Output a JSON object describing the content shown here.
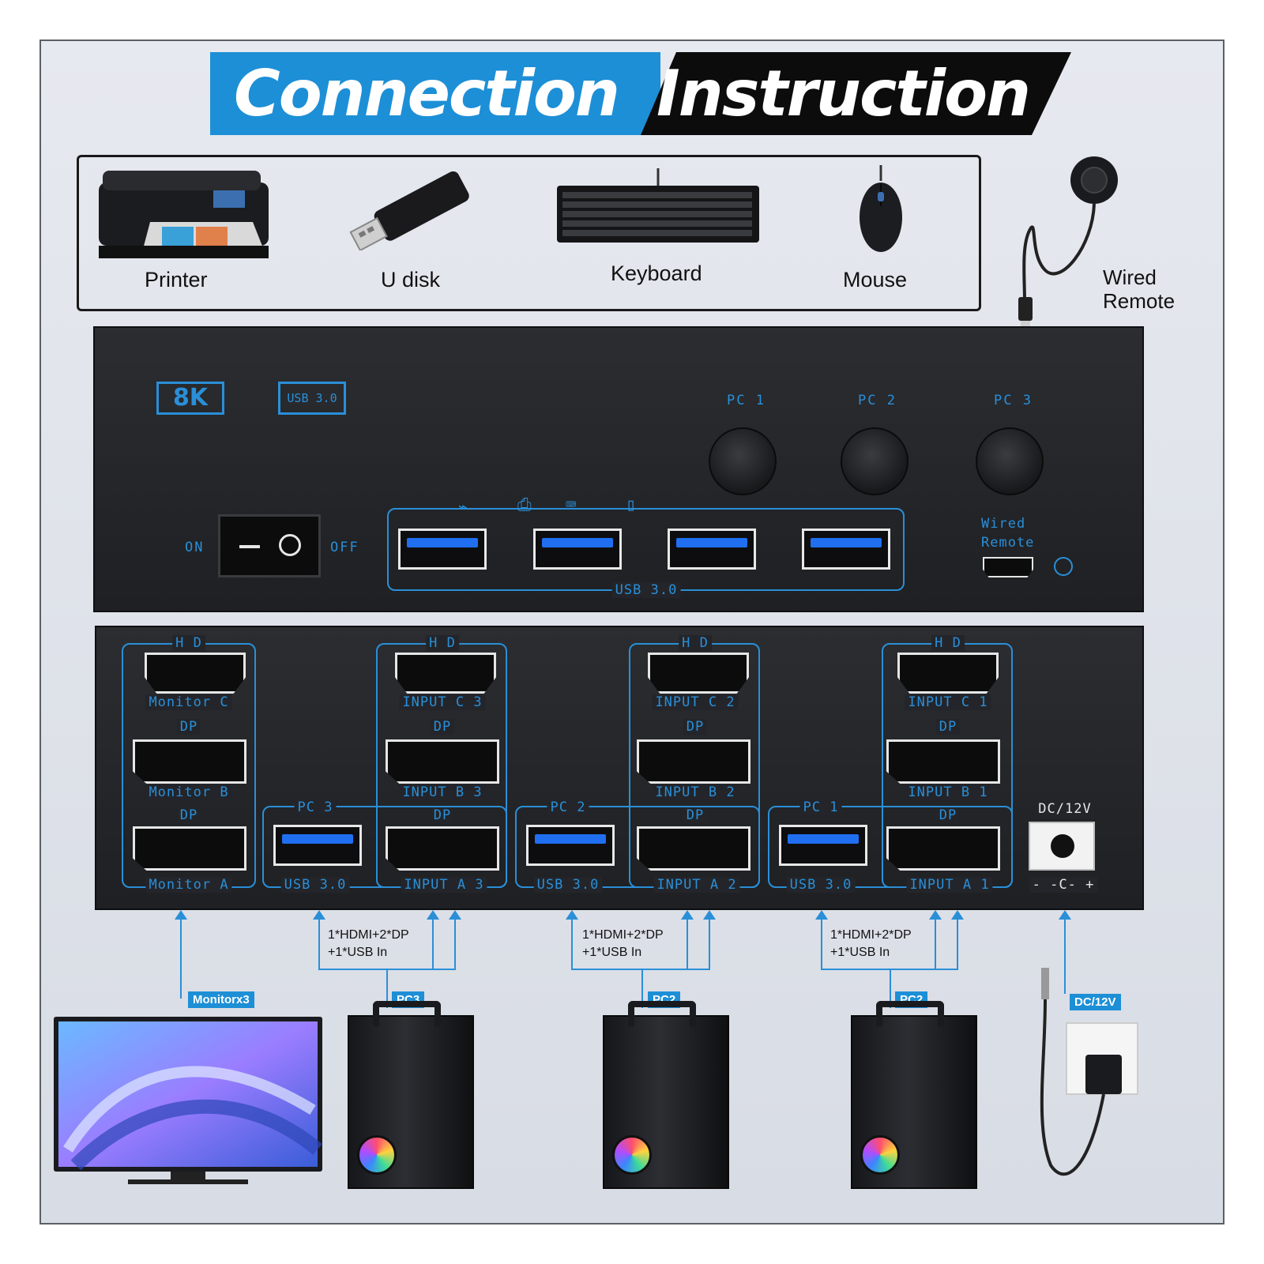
{
  "title": {
    "part1": "Connection",
    "part2": "Instruction"
  },
  "peripherals": [
    {
      "label": "Printer",
      "icon": "printer-icon"
    },
    {
      "label": "U disk",
      "icon": "usb-drive-icon"
    },
    {
      "label": "Keyboard",
      "icon": "keyboard-icon"
    },
    {
      "label": "Mouse",
      "icon": "mouse-icon"
    }
  ],
  "wired_remote": {
    "line1": "Wired",
    "line2": "Remote"
  },
  "front_panel": {
    "badge_8k": "8K",
    "badge_usb": "USB 3.0",
    "switch_on": "ON",
    "switch_off": "OFF",
    "pc_buttons": [
      "PC 1",
      "PC 2",
      "PC 3"
    ],
    "usb_hub_label": "USB 3.0",
    "remote_line1": "Wired",
    "remote_line2": "Remote"
  },
  "rear_panel": {
    "monitor_group": {
      "hd": "H D",
      "port1": "Monitor C",
      "dp1": "DP",
      "port2": "Monitor B",
      "dp2": "DP",
      "port3": "Monitor A"
    },
    "pc_groups": [
      {
        "pc": "PC 3",
        "hd": "H D",
        "in1": "INPUT C 3",
        "dp1": "DP",
        "in2": "INPUT B 3",
        "dp2": "DP",
        "usb": "USB 3.0",
        "in3": "INPUT A 3"
      },
      {
        "pc": "PC 2",
        "hd": "H D",
        "in1": "INPUT C 2",
        "dp1": "DP",
        "in2": "INPUT B 2",
        "dp2": "DP",
        "usb": "USB 3.0",
        "in3": "INPUT A 2"
      },
      {
        "pc": "PC 1",
        "hd": "H D",
        "in1": "INPUT C 1",
        "dp1": "DP",
        "in2": "INPUT B 1",
        "dp2": "DP",
        "usb": "USB 3.0",
        "in3": "INPUT A 1"
      }
    ],
    "dc_label": "DC/12V",
    "dc_polarity": "- -C- +"
  },
  "connections": {
    "monitor_tag": "Monitorx3",
    "pc_note_line1": "1*HDMI+2*DP",
    "pc_note_line2": "+1*USB In",
    "pc_tags": [
      "PC3",
      "PC2",
      "PC2"
    ],
    "power_tag": "DC/12V"
  },
  "colors": {
    "accent": "#1d8fd6",
    "panel": "#23252a",
    "port_blue": "#1f6ff0"
  }
}
